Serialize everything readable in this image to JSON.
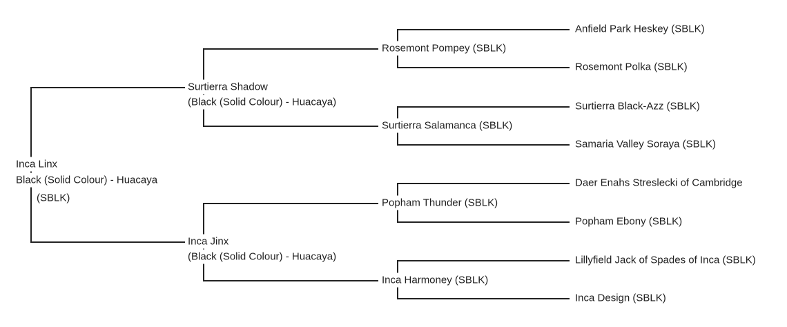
{
  "pedigree": {
    "subject": {
      "name": "Inca Linx",
      "breed": "Black (Solid Colour) - Huacaya",
      "registry": "(SBLK)"
    },
    "gen1": [
      {
        "name": "Surtierra Shadow",
        "breed": "(Black (Solid Colour) - Huacaya)"
      },
      {
        "name": "Inca Jinx",
        "breed": "(Black (Solid Colour) - Huacaya)"
      }
    ],
    "gen2": [
      {
        "name": "Rosemont Pompey (SBLK)"
      },
      {
        "name": "Surtierra Salamanca (SBLK)"
      },
      {
        "name": "Popham Thunder (SBLK)"
      },
      {
        "name": "Inca Harmoney (SBLK)"
      }
    ],
    "gen3": [
      {
        "name": "Anfield Park Heskey (SBLK)"
      },
      {
        "name": "Rosemont Polka (SBLK)"
      },
      {
        "name": "Surtierra Black-Azz (SBLK)"
      },
      {
        "name": "Samaria Valley Soraya (SBLK)"
      },
      {
        "name": "Daer Enahs Streslecki of Cambridge"
      },
      {
        "name": "Popham Ebony (SBLK)"
      },
      {
        "name": "Lillyfield Jack of Spades of Inca (SBLK)"
      },
      {
        "name": "Inca Design (SBLK)"
      }
    ],
    "colors": {
      "line": "#222222",
      "text": "#1f1f1f",
      "background": "#ffffff"
    }
  }
}
